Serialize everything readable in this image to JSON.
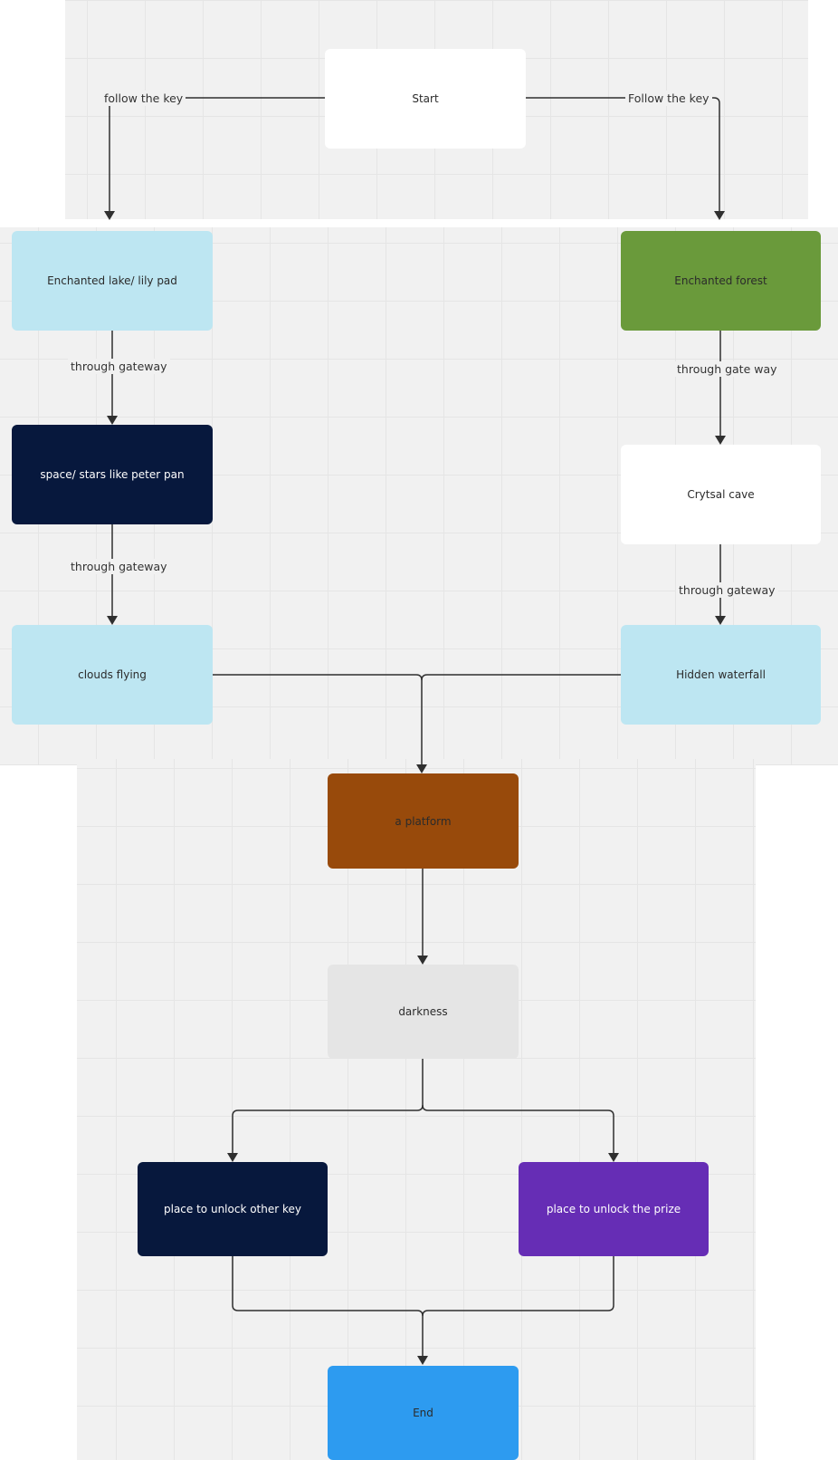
{
  "nodes": {
    "start": {
      "label": "Start",
      "color": "#ffffff"
    },
    "enchanted_lake": {
      "label": "Enchanted lake/ lily pad",
      "color": "#bde6f2"
    },
    "enchanted_forest": {
      "label": "Enchanted forest",
      "color": "#6a9a3b"
    },
    "space_stars": {
      "label": "space/ stars like peter pan",
      "color": "#07183d"
    },
    "crystal_cave": {
      "label": "Crytsal cave",
      "color": "#ffffff"
    },
    "clouds_flying": {
      "label": "clouds flying",
      "color": "#bde6f2"
    },
    "hidden_waterfall": {
      "label": "Hidden waterfall",
      "color": "#bde6f2"
    },
    "platform": {
      "label": "a platform",
      "color": "#984a0b"
    },
    "darkness": {
      "label": "darkness",
      "color": "#e5e5e5"
    },
    "unlock_key": {
      "label": "place to unlock other key",
      "color": "#07183d"
    },
    "unlock_prize": {
      "label": "place to unlock the prize",
      "color": "#662db5"
    },
    "end": {
      "label": "End",
      "color": "#2d9bf0"
    }
  },
  "edges": {
    "start_to_lake": "follow the key",
    "start_to_forest": "Follow the key",
    "lake_to_space": "through gateway",
    "forest_to_cave": "through gate way",
    "space_to_clouds": "through gateway",
    "cave_to_waterfall": "through gateway"
  }
}
